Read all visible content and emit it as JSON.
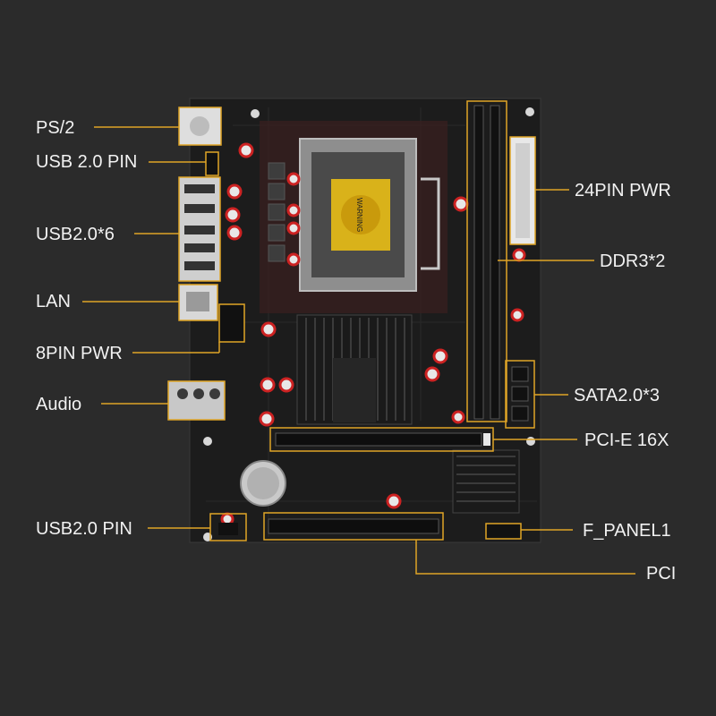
{
  "colors": {
    "background": "#2b2b2b",
    "callout": "#e0a526",
    "board": "#1c1c1c",
    "label_text": "#f2f2f2"
  },
  "board": {
    "cpu_socket_text": "WARNING"
  },
  "labels": {
    "ps2": "PS/2",
    "usb20_pin_top": "USB 2.0 PIN",
    "usb20x6": "USB2.0*6",
    "lan": "LAN",
    "pwr8pin": "8PIN PWR",
    "audio": "Audio",
    "usb20_pin_bottom": "USB2.0 PIN",
    "pwr24pin": "24PIN PWR",
    "ddr3": "DDR3*2",
    "sata": "SATA2.0*3",
    "pcie": "PCI-E 16X",
    "fpanel": "F_PANEL1",
    "pci": "PCI"
  }
}
